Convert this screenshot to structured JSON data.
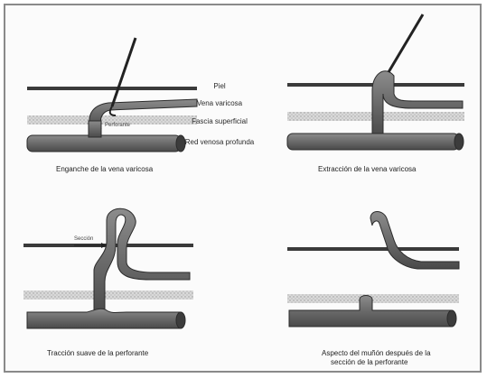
{
  "labels": {
    "piel": "Piel",
    "vena_varicosa": "Vena varicosa",
    "fascia_superficial": "Fascia superficial",
    "red_venosa_profunda": "Red venosa profunda"
  },
  "captions": {
    "panel1": "Enganche de la vena varicosa",
    "panel2": "Extracción de la vena varicosa",
    "panel3": "Tracción suave de la perforante",
    "panel4_line1": "Aspecto del muñón después de la",
    "panel4_line2": "sección de la perforante"
  },
  "annotations": {
    "panel1_hook_tip": "Perforante",
    "panel3_arrow": "Sección"
  },
  "colors": {
    "vein_fill": "#6e6e6e",
    "vein_stroke": "#2b2b2b",
    "line": "#3a3a3a",
    "fascia": "#bdbdbd"
  }
}
